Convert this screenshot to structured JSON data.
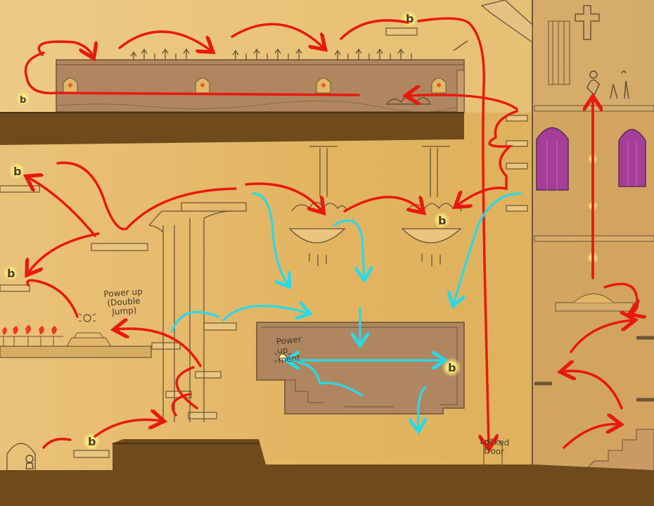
{
  "annotations": {
    "powerup_double_jump": [
      "Power up",
      "(Double",
      "Jump)"
    ],
    "powerup_center": [
      "Power",
      "up",
      "ment"
    ],
    "locked_door": [
      "Locked",
      "Door"
    ]
  },
  "collectible_symbol": "b",
  "colors": {
    "background": "#e0b35c",
    "floor": "#6e4a1c",
    "room": "#b08660",
    "sketch_line": "#5a4a32",
    "red_arrow": "#e8190e",
    "cyan_arrow": "#29d9e8",
    "glow": "#fff27a",
    "window": "#a53e97"
  }
}
